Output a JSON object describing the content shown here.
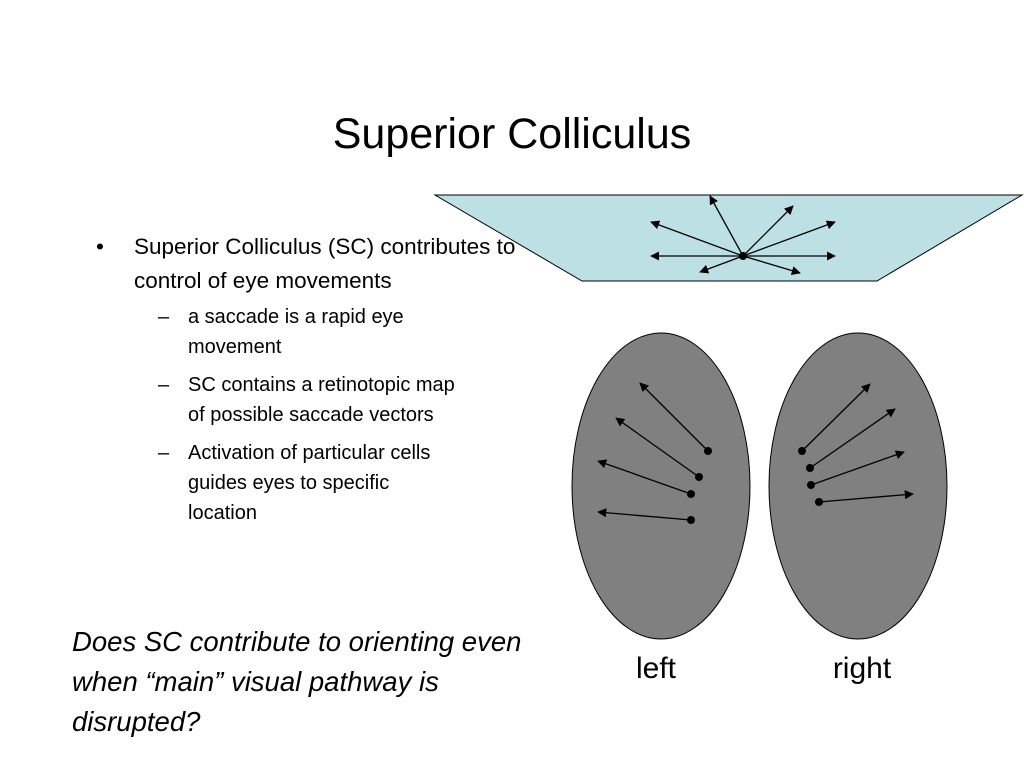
{
  "slide": {
    "title": "Superior Colliculus",
    "bullets": [
      {
        "marker": "•",
        "text": "Superior Colliculus (SC) contributes to control of eye movements",
        "sub": [
          {
            "marker": "–",
            "text": "a saccade is a rapid eye movement"
          },
          {
            "marker": "–",
            "text": "SC contains a retinotopic map of possible saccade vectors"
          },
          {
            "marker": "–",
            "text": "Activation of particular cells guides eyes to specific location"
          }
        ]
      }
    ],
    "question": "Does SC contribute to orienting even when “main” visual pathway is disrupted?"
  },
  "diagram": {
    "label_left": "left",
    "label_right": "right",
    "colors": {
      "visual_field_fill": "#bde0e5",
      "colliculus_fill": "#808080",
      "stroke": "#000000"
    }
  }
}
